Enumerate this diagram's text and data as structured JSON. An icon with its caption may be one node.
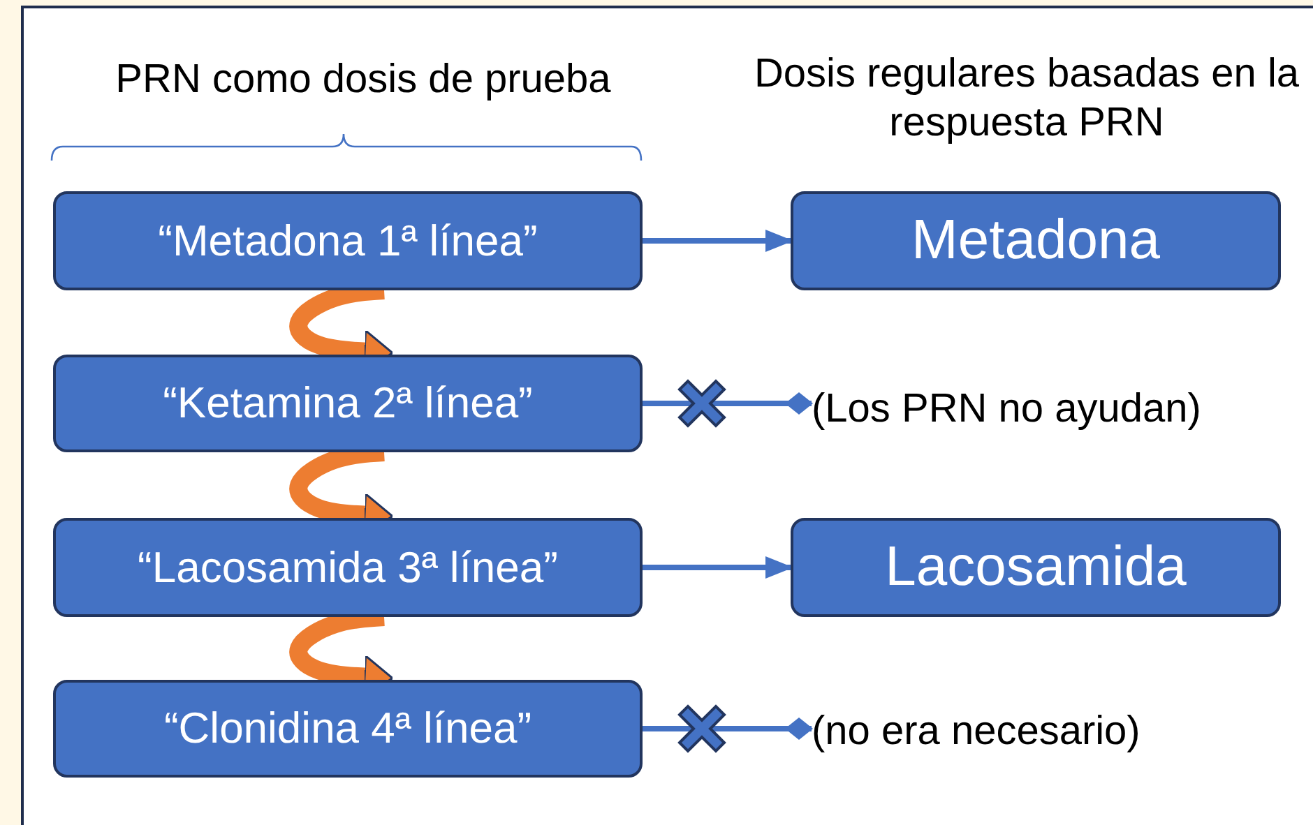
{
  "diagram": {
    "nodes": [
      {
        "text": [
          "“Metadona 1ª línea”"
        ]
      },
      {
        "text": [
          "Metadona"
        ]
      },
      {
        "text": [
          "“Ketamina 2ª línea”"
        ]
      },
      {
        "text": [
          "(Los PRN no ayudan)"
        ]
      },
      {
        "text": [
          "“Lacosamida 3ª línea”"
        ]
      },
      {
        "text": [
          "Lacosamida"
        ]
      },
      {
        "text": [
          "“Clonidina 4ª línea”"
        ]
      },
      {
        "text": [
          "(no era necesario)"
        ]
      }
    ],
    "edges": [
      {
        "from": 0,
        "to": 1,
        "arrow": "to"
      },
      {
        "from": 0,
        "to": 2,
        "arrow": "to",
        "style": "thick",
        "color": "#ed7d31"
      },
      {
        "from": 2,
        "to": 3,
        "arrow": "other"
      },
      {
        "from": 2,
        "to": 4,
        "arrow": "to",
        "style": "thick",
        "color": "#ed7d31"
      },
      {
        "from": 4,
        "to": 5,
        "arrow": "to"
      },
      {
        "from": 4,
        "to": 6,
        "arrow": "to",
        "style": "thick",
        "color": "#ed7d31"
      },
      {
        "from": 6,
        "to": 7,
        "arrow": "other"
      }
    ],
    "labels": [
      "PRN como dosis de prueba",
      "Dosis regulares basadas en la respuesta PRN"
    ]
  }
}
